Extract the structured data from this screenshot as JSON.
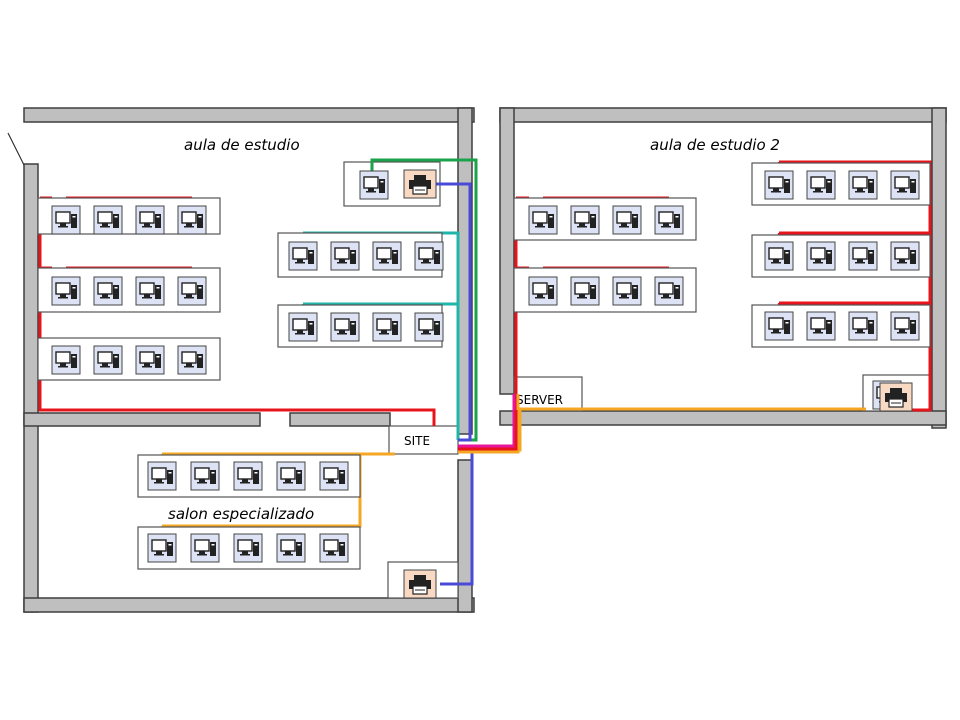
{
  "rooms": {
    "room1": "aula de estudio",
    "room2": "aula de estudio 2",
    "room3": "salon especializado"
  },
  "nodes": {
    "site": "SITE",
    "server": "SERVER"
  },
  "cable_colors": {
    "red": "#e8141c",
    "green": "#1aa34a",
    "teal": "#1fb5a8",
    "orange": "#f5a623",
    "blue": "#4a4ad8",
    "magenta": "#e8149c"
  },
  "icons": {
    "computer": "computer-icon",
    "printer": "printer-icon"
  }
}
